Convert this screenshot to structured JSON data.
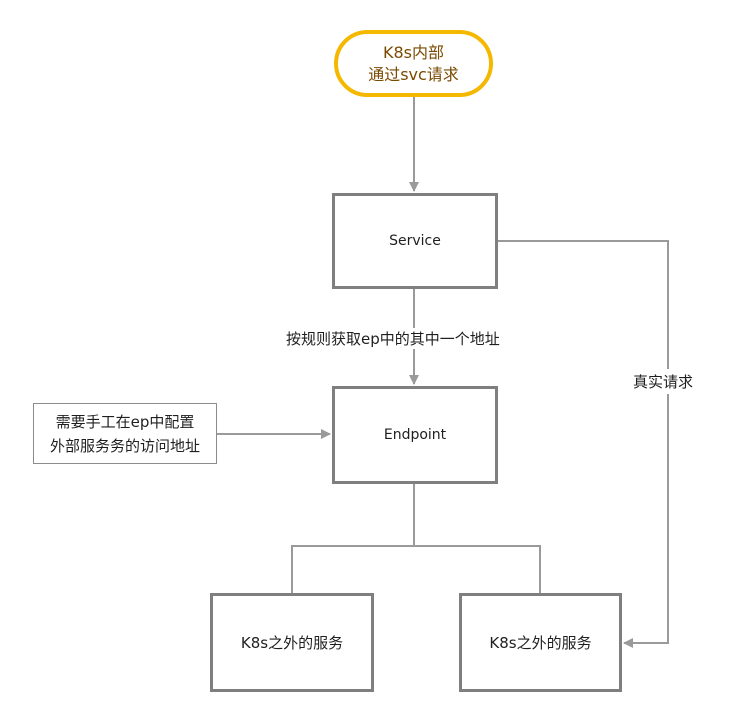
{
  "nodes": {
    "start": {
      "line1": "K8s内部",
      "line2": "通过svc请求"
    },
    "service": {
      "label": "Service"
    },
    "endpoint": {
      "label": "Endpoint"
    },
    "external_1": {
      "label": "K8s之外的服务"
    },
    "external_2": {
      "label": "K8s之外的服务"
    },
    "note": {
      "line1": "需要手工在ep中配置",
      "line2": "外部服务务的访问地址"
    }
  },
  "edges": {
    "service_to_endpoint": "按规则获取ep中的其中一个地址",
    "service_to_external": "真实请求"
  },
  "colors": {
    "start_border": "#f5b800",
    "start_text": "#7a4a00",
    "box_border": "#7f7f7f",
    "connector": "#9a9a9a"
  }
}
